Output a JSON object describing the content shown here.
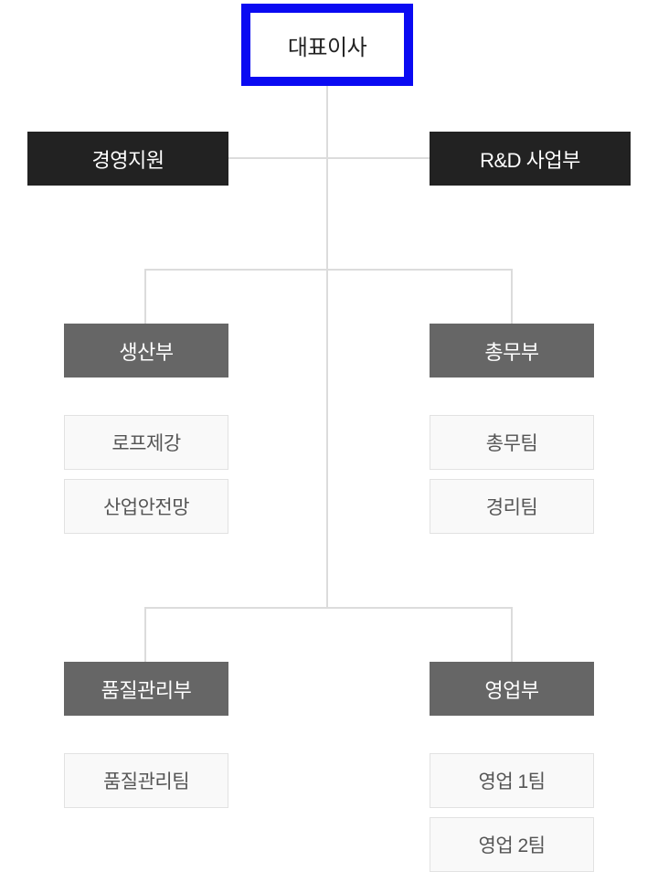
{
  "org_chart": {
    "ceo": {
      "label": "대표이사"
    },
    "staff_departments": [
      {
        "label": "경영지원"
      },
      {
        "label": "R&D 사업부"
      }
    ],
    "branches": [
      {
        "dept": "생산부",
        "teams": [
          {
            "label": "로프제강"
          },
          {
            "label": "산업안전망"
          }
        ]
      },
      {
        "dept": "총무부",
        "teams": [
          {
            "label": "총무팀"
          },
          {
            "label": "경리팀"
          }
        ]
      },
      {
        "dept": "품질관리부",
        "teams": [
          {
            "label": "품질관리팀"
          }
        ]
      },
      {
        "dept": "영업부",
        "teams": [
          {
            "label": "영업 1팀"
          },
          {
            "label": "영업 2팀"
          }
        ]
      }
    ],
    "colors": {
      "ceo_border": "#0a0af2",
      "ceo_text": "#222222",
      "staff_box_bg": "#222222",
      "dept_box_bg": "#666666",
      "team_box_bg": "#f9f9f9",
      "team_box_border": "#e2e2e2",
      "team_text": "#555555",
      "box_text_light": "#ffffff",
      "connector_line": "#dcdcdc",
      "page_bg": "#ffffff"
    }
  }
}
